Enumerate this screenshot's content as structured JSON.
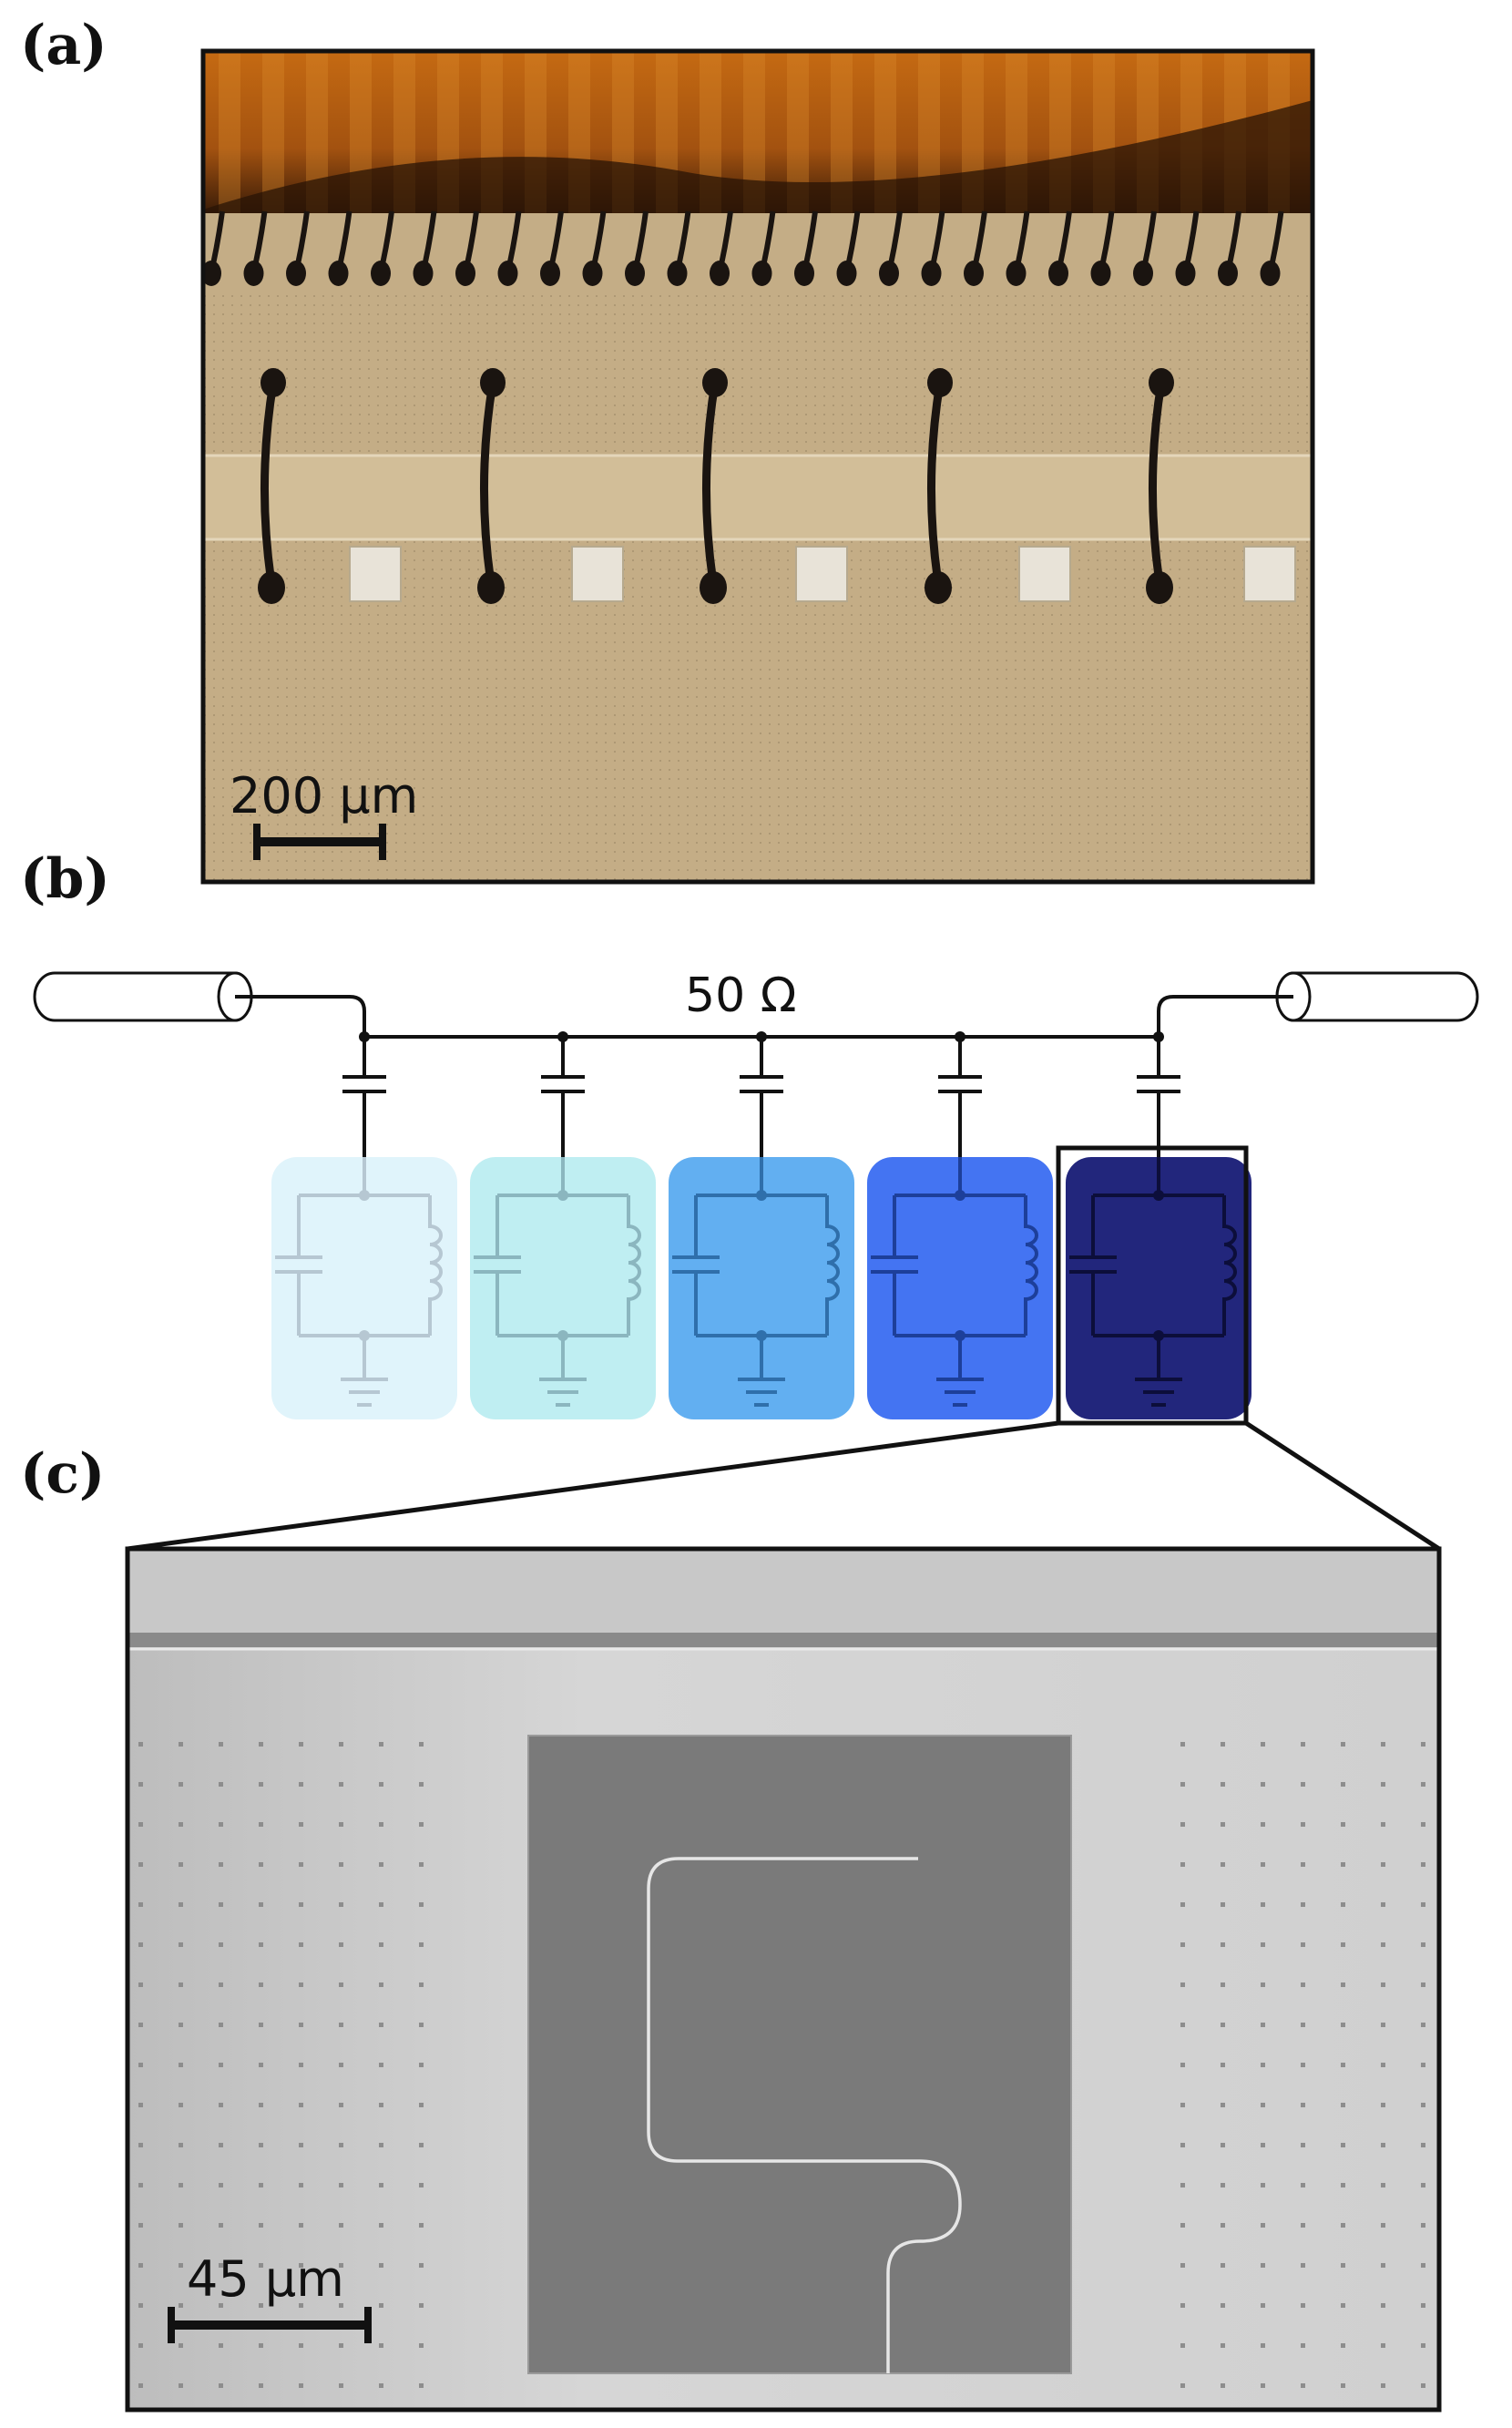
{
  "panels": {
    "a": {
      "label": "(a)",
      "scale_bar": "200 μm"
    },
    "b": {
      "label": "(b)",
      "impedance": "50 Ω"
    },
    "c": {
      "label": "(c)",
      "scale_bar": "45 μm"
    }
  },
  "resonator_colors": [
    "#e0f4fb",
    "#bfeef2",
    "#62aff1",
    "#4474f2",
    "#22267c"
  ],
  "line_colors": [
    "#b6c7d2",
    "#8bb6bf",
    "#2f6fab",
    "#1d3f9a",
    "#0c0e3a"
  ],
  "optical_colors": {
    "wirebond_region": "#b8620f",
    "chip": "#c4ad86",
    "wire": "#1a1410",
    "pad": "#e8e3d8"
  },
  "sem_colors": {
    "background": "#cfcfcf",
    "pad": "#7a7a7a",
    "wire": "#e6e6e6"
  }
}
